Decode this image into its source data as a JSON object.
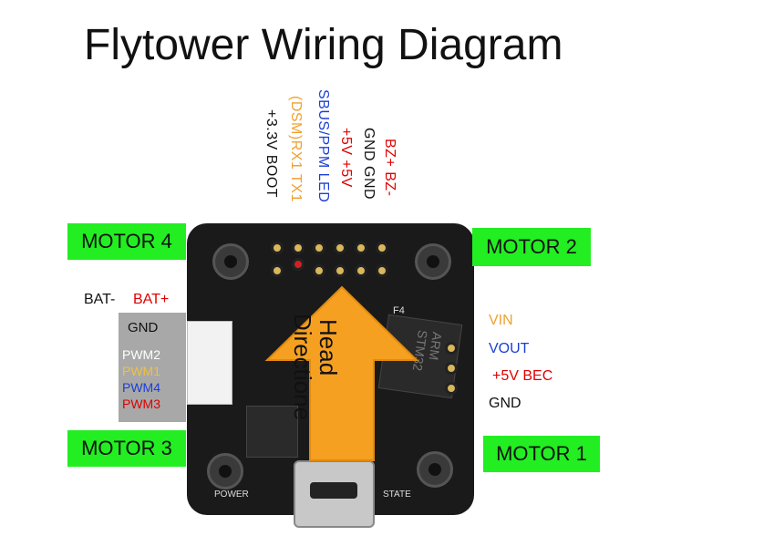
{
  "title": "Flytower Wiring Diagram",
  "motors": {
    "m1": "MOTOR 1",
    "m2": "MOTOR 2",
    "m3": "MOTOR 3",
    "m4": "MOTOR 4"
  },
  "top_pins": [
    "BZ+ BZ-",
    "GND GND",
    "+5V +5V",
    "SBUS/PPM LED",
    "(DSM)RX1 TX1",
    "+3.3V BOOT"
  ],
  "left_labels": {
    "bat_minus": "BAT-",
    "bat_plus": "BAT+",
    "gnd": "GND",
    "pwm2": "PWM2",
    "pwm1": "PWM1",
    "pwm4": "PWM4",
    "pwm3": "PWM3"
  },
  "right_labels": {
    "vin": "VIN",
    "vout": "VOUT",
    "bec": "+5V BEC",
    "gnd": "GND"
  },
  "arrow_text": {
    "line1": "Head",
    "line2": "Directione"
  },
  "board_marks": {
    "power": "POWER",
    "state": "STATE",
    "chip": "ARM STM32",
    "f4": "F4"
  },
  "colors": {
    "motor_bg": "#22ee22",
    "arrow": "#f5a021",
    "red": "#e00000",
    "blue": "#1a3fd6",
    "orange": "#f0a030",
    "gray_panel": "#a8a8a8"
  }
}
